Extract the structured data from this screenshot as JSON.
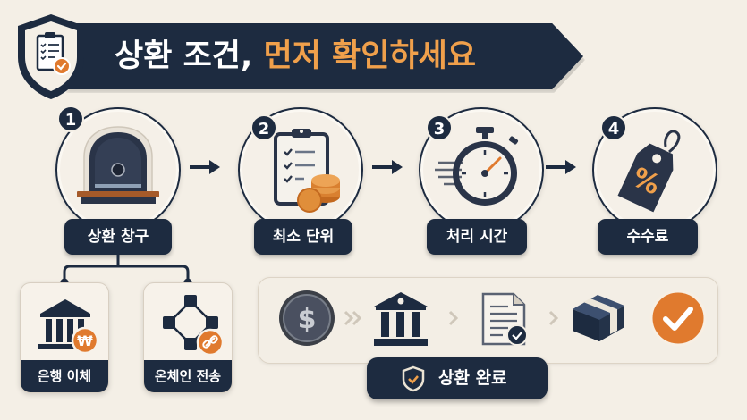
{
  "header": {
    "title_part1": "상환 조건,",
    "title_part2": "먼저 확인하세요",
    "badge_icon": "shield-clipboard-check-icon"
  },
  "steps": [
    {
      "number": "1",
      "label": "상환 창구",
      "icon": "teller-window-icon"
    },
    {
      "number": "2",
      "label": "최소 단위",
      "icon": "checklist-coins-icon"
    },
    {
      "number": "3",
      "label": "처리 시간",
      "icon": "stopwatch-icon"
    },
    {
      "number": "4",
      "label": "수수료",
      "icon": "percent-tag-icon"
    }
  ],
  "branches": [
    {
      "label": "은행 이체",
      "icon": "bank-won-icon",
      "badge_symbol": "₩"
    },
    {
      "label": "온체인 전송",
      "icon": "blockchain-link-icon"
    }
  ],
  "flow": {
    "items": [
      "dollar-coin-icon",
      "bank-icon",
      "document-check-icon",
      "cash-stack-icon",
      "check-circle-icon"
    ],
    "dollar_symbol": "$"
  },
  "completion": {
    "label": "상환 완료",
    "icon": "shield-check-icon"
  },
  "colors": {
    "navy": "#1d2b40",
    "orange": "#e07a2e",
    "title_orange": "#f0a04b",
    "background": "#f4efe6"
  }
}
